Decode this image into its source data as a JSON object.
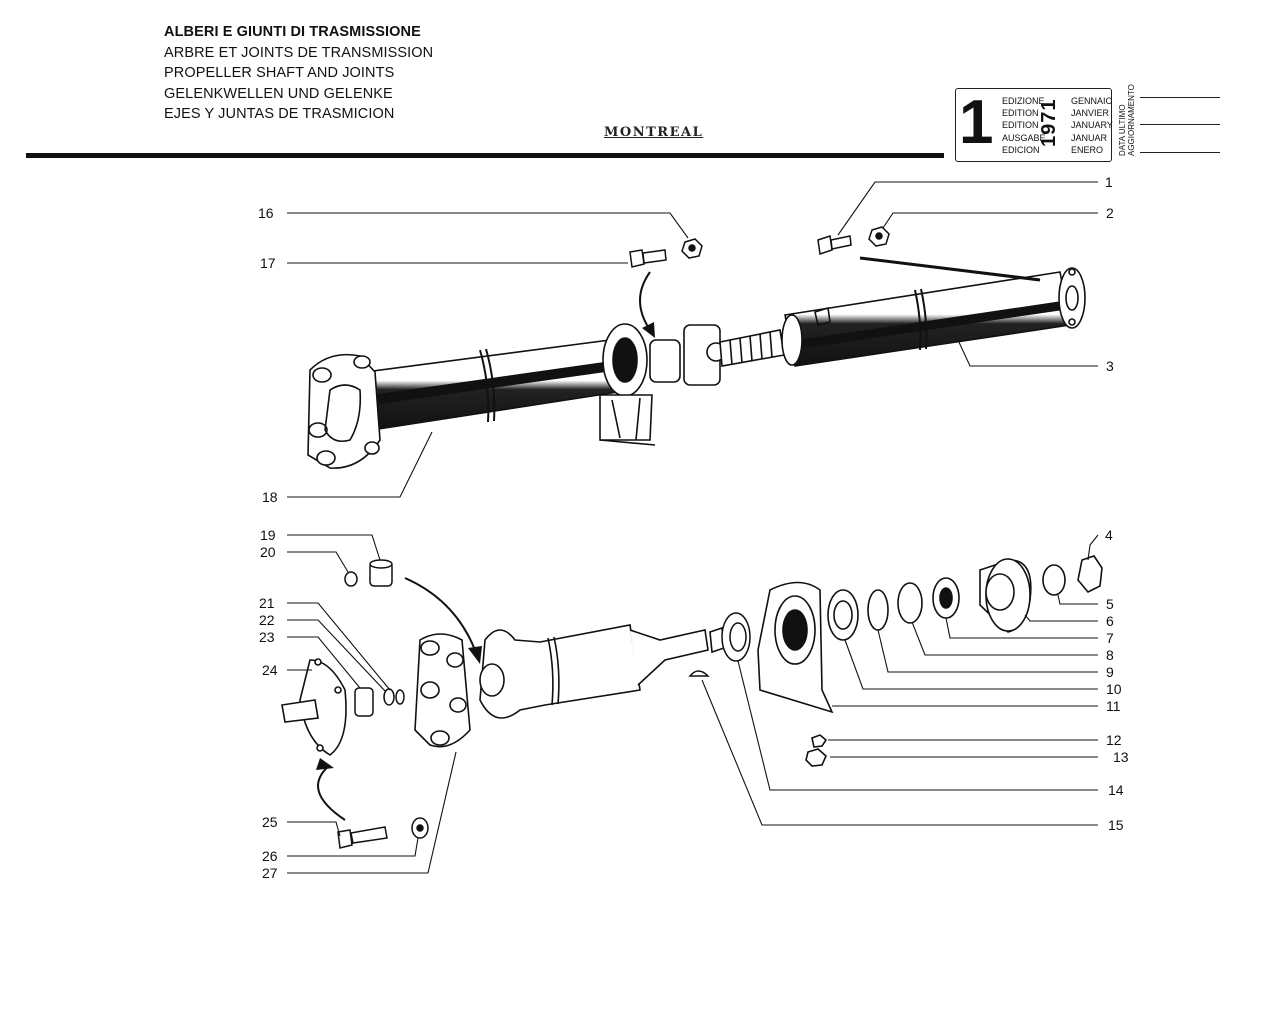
{
  "header": {
    "titles": [
      "ALBERI E GIUNTI DI TRASMISSIONE",
      "ARBRE ET JOINTS DE TRANSMISSION",
      "PROPELLER SHAFT AND JOINTS",
      "GELENKWELLEN UND GELENKE",
      "EJES Y JUNTAS DE TRASMICION"
    ],
    "model": "MONTREAL"
  },
  "edition_box": {
    "number": "1",
    "labels": [
      "EDIZIONE",
      "EDITION",
      "EDITION",
      "AUSGABE",
      "EDICION"
    ],
    "months": [
      "GENNAIO",
      "JANVIER",
      "JANUARY",
      "JANUAR",
      "ENERO"
    ],
    "year": "1971",
    "update_label": [
      "DATA ULTIMO",
      "AGGIORNAMENTO"
    ]
  },
  "callouts": [
    "1",
    "2",
    "3",
    "4",
    "5",
    "6",
    "7",
    "8",
    "9",
    "10",
    "11",
    "12",
    "13",
    "14",
    "15",
    "16",
    "17",
    "18",
    "19",
    "20",
    "21",
    "22",
    "23",
    "24",
    "25",
    "26",
    "27"
  ]
}
